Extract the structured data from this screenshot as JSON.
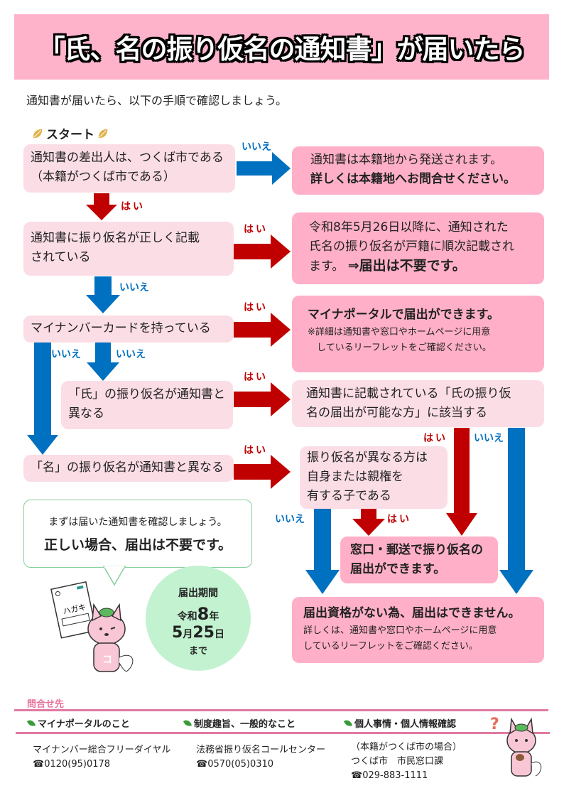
{
  "header": {
    "title": "「氏、名の振り仮名の通知書」が届いたら",
    "intro": "通知書が届いたら、以下の手順で確認しましょう。"
  },
  "flow": {
    "start_label": "スタート",
    "yes": "はい",
    "no": "いいえ",
    "q1": {
      "line1": "通知書の差出人は、つくば市である",
      "line2": "（本籍がつくば市である）"
    },
    "a1": {
      "line1": "通知書は本籍地から発送されます。",
      "line2": "詳しくは本籍地へお問合せください。"
    },
    "q2": {
      "line1": "通知書に振り仮名が正しく記載",
      "line2": "されている"
    },
    "a2": {
      "line1": "令和8年5月26日以降に、通知された",
      "line2": "氏名の振り仮名が戸籍に順次記載され",
      "line3a": "ます。",
      "line3b": "⇒届出は不要です。"
    },
    "q3": {
      "line1": "マイナンバーカードを持っている"
    },
    "a3": {
      "line1": "マイナポータルで届出ができます。",
      "note1": "※詳細は通知書や窓口やホームページに用意",
      "note2": "　しているリーフレットをご確認ください。"
    },
    "q4": {
      "line1": "「氏」の振り仮名が通知書と",
      "line2": "異なる"
    },
    "q5": {
      "line1": "通知書に記載されている「氏の振り仮",
      "line2": "名の届出が可能な方」に該当する"
    },
    "q6": {
      "line1": "「名」の振り仮名が通知書と異なる"
    },
    "q7": {
      "line1": "振り仮名が異なる方は",
      "line2": "自身または親権を",
      "line3": "有する子である"
    },
    "a4": {
      "line1": "窓口・郵送で振り仮名の",
      "line2": "届出ができます。"
    },
    "a5": {
      "line1": "届出資格がない為、届出はできません。",
      "note1": "詳しくは、通知書や窓口やホームページに用意",
      "note2": "しているリーフレットをご確認ください。"
    }
  },
  "bubble": {
    "line1": "まずは届いた通知書を確認しましょう。",
    "line2": "正しい場合、届出は不要です。"
  },
  "mascot_card_label": "ハガキ",
  "deadline": {
    "title": "届出期間",
    "era": "令和",
    "year": "8",
    "year_unit": "年",
    "month": "5",
    "month_unit": "月",
    "day": "25",
    "day_unit": "日",
    "until": "まで"
  },
  "contacts": {
    "heading": "問合せ先",
    "categories": [
      {
        "label": "マイナポータルのこと",
        "org": "マイナンバー総合フリーダイヤル",
        "org2": "",
        "phone": "0120(95)0178"
      },
      {
        "label": "制度趣旨、一般的なこと",
        "org": "法務省振り仮名コールセンター",
        "org2": "",
        "phone": "0570(05)0310"
      },
      {
        "label": "個人事情・個人情報確認",
        "org": "（本籍がつくば市の場合）",
        "org2": "つくば市　市民窓口課",
        "phone": "029-883-1111"
      }
    ],
    "phone_icon": "☎"
  },
  "colors": {
    "yes_red": "#c00000",
    "no_blue": "#0070c0",
    "question_pink": "#fbdde6",
    "answer_pink": "#ffb0c8",
    "title_pink": "#ffb3cb",
    "deadline_green": "#c3f2d0"
  }
}
